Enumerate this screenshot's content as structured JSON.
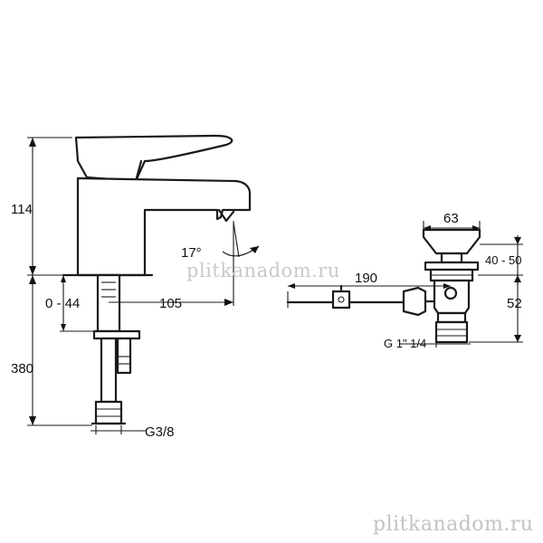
{
  "dimensions": {
    "height_spout": "114",
    "height_pipe": "380",
    "adjust_range": "0 - 44",
    "reach": "105",
    "angle": "17°",
    "thread_supply": "G3/8",
    "waste_width": "63",
    "waste_rod": "190",
    "waste_plug_range": "40 - 50",
    "waste_body": "52",
    "thread_waste": "G 1\" 1/4"
  },
  "watermarks": {
    "center": "plitkanadom.ru",
    "corner": "plitkanadom.ru"
  }
}
